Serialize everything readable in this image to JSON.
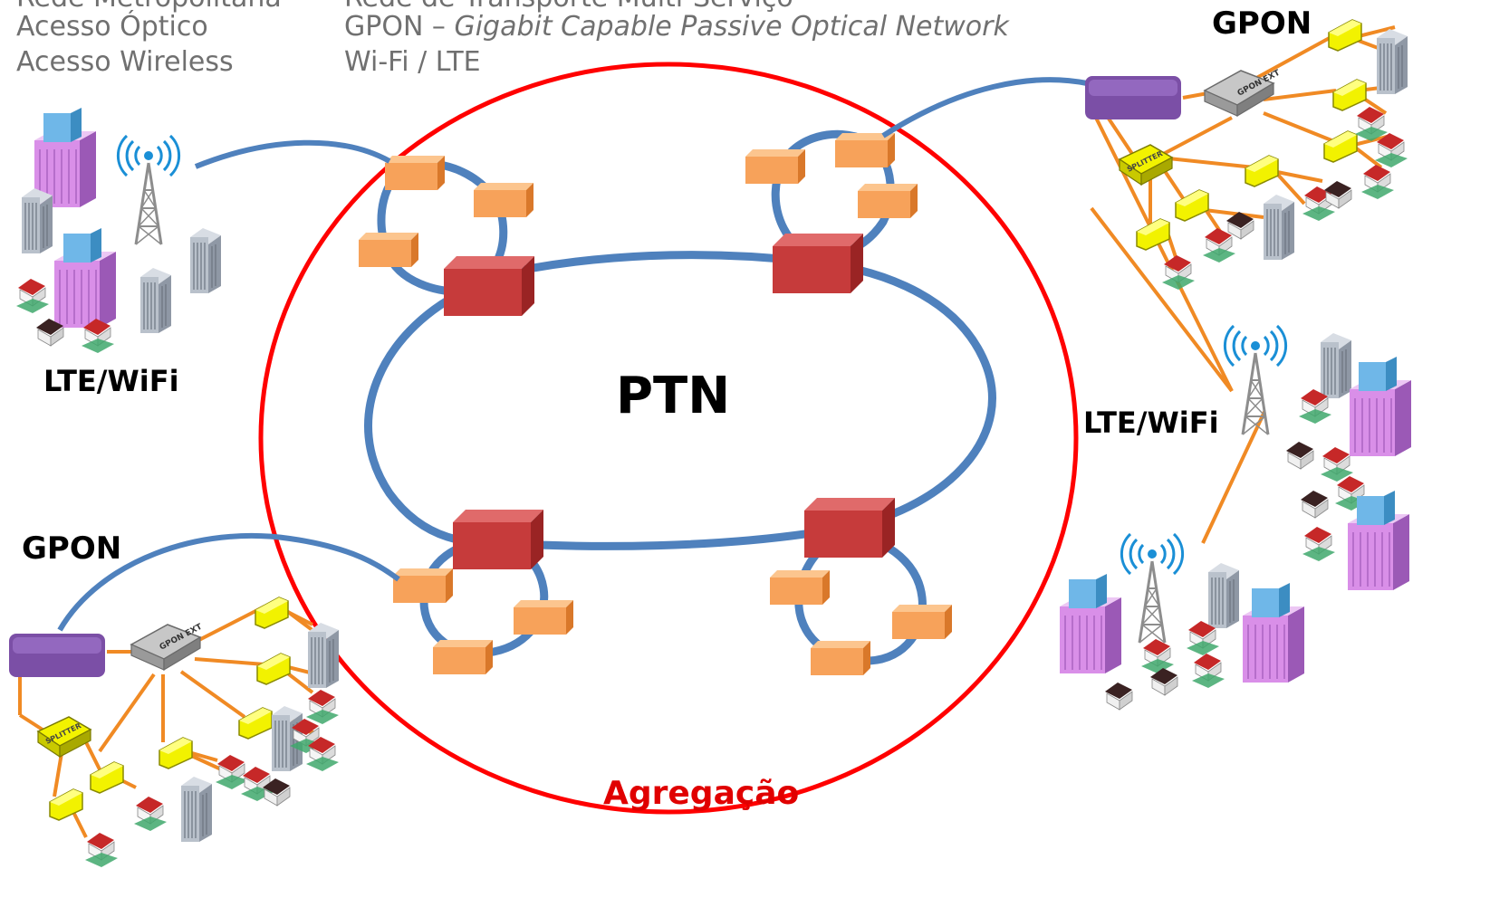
{
  "header": {
    "left": [
      "Rede Metropolitana",
      "Acesso Óptico",
      "Acesso Wireless"
    ],
    "right": [
      "Rede de Transporte Multi-Serviço",
      "GPON – ",
      "Wi-Fi / LTE"
    ],
    "gpon_expansion": "Gigabit Capable Passive Optical Network"
  },
  "labels": {
    "core": "PTN",
    "aggregation": "Agregação",
    "lte_wifi_left": "LTE/WiFi",
    "lte_wifi_right": "LTE/WiFi",
    "gpon_left": "GPON",
    "gpon_right": "GPON"
  },
  "device_text": {
    "gpon_ext": "GPON EXT",
    "splitter": "SPLITTER"
  },
  "colors": {
    "fiber_ring": "#4f81bd",
    "aggregation_circle": "#ff0000",
    "core_router": "#c0392b",
    "access_node": "#f7a25a",
    "olt": "#7b4fa6",
    "ont": "#f2f200",
    "drop_fiber": "#f08a24",
    "aggregation_text": "#e00000"
  }
}
